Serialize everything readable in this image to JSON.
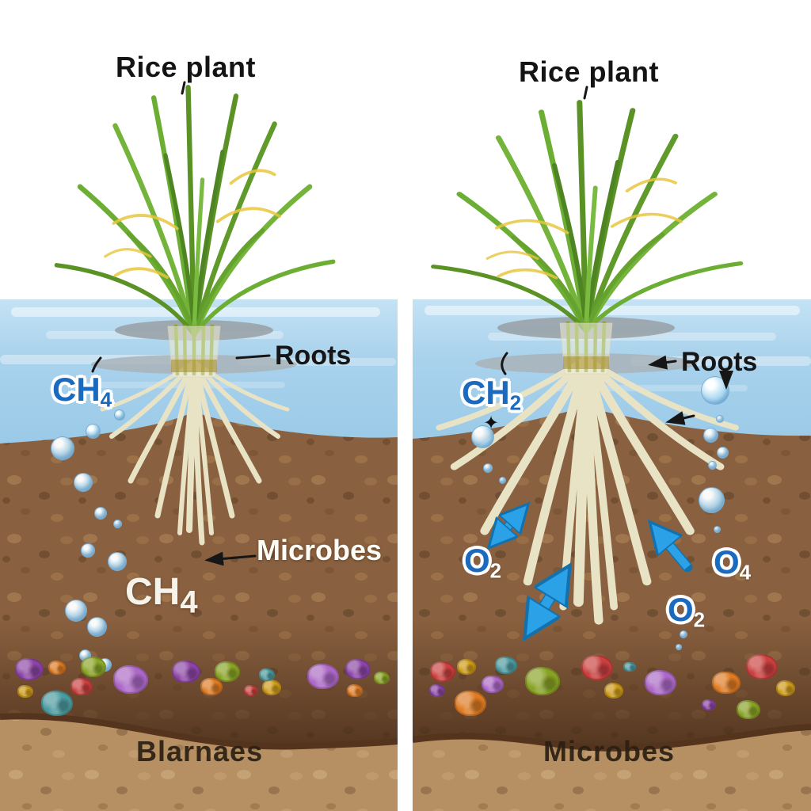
{
  "left_panel": {
    "title": "Rice plant",
    "roots_label": "Roots",
    "ch4_upper": {
      "base": "CH",
      "sub": "4"
    },
    "ch4_lower": {
      "base": "CH",
      "sub": "4"
    },
    "microbes_label": "Microbes",
    "caption": "Blarnaes"
  },
  "right_panel": {
    "title": "Rice plant",
    "roots_label": "Roots",
    "ch_upper": {
      "base": "CH",
      "sub": "2"
    },
    "o2_left": {
      "base": "O",
      "sub": "2"
    },
    "o2_mid": {
      "base": "O",
      "sub": "2"
    },
    "o2_right": {
      "base": "O",
      "sub": "4"
    },
    "caption": "Microbes"
  },
  "icons": {
    "sparkle": "✦"
  },
  "colors": {
    "water": "#a9d2ec",
    "water_light": "#cde6f5",
    "soil": "#8a6140",
    "soil_dark": "#53351f",
    "soil_light_band": "#b68f63",
    "label_blue": "#1a6abf",
    "arrow_blue": "#2ba1e8",
    "plant_green": "#69a82f",
    "plant_yellow": "#ecc93f",
    "root_cream": "#e9e3c6",
    "bubble_blue": "#bfe2f5"
  },
  "microbe_palette": [
    "#8e44ad",
    "#e67e22",
    "#8aa823",
    "#cf3f3f",
    "#d4a017",
    "#49a0a8",
    "#b06ad0"
  ]
}
